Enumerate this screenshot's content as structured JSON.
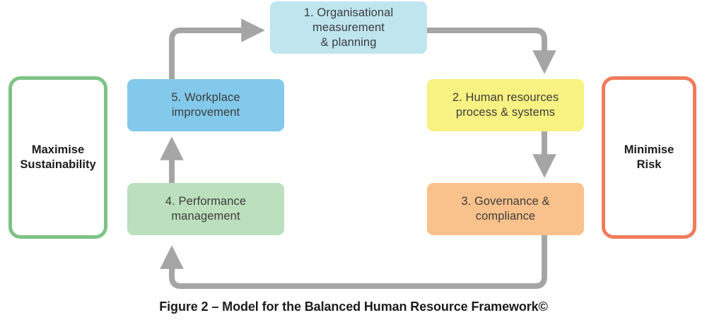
{
  "figure": {
    "caption": "Figure 2 – Model for the Balanced Human Resource Framework©"
  },
  "colors": {
    "node_1_fill": "#BFE5EF",
    "node_2_fill": "#F7F281",
    "node_3_fill": "#F9C18C",
    "node_4_fill": "#BCDFBD",
    "node_5_fill": "#83C9EB",
    "outcome_left_border": "#7DC383",
    "outcome_right_border": "#F07B5C",
    "arrow": "#A5A5A5",
    "node_text": "#3d3d3d",
    "caption_text": "#1c1c1c",
    "background": "#FFFFFF"
  },
  "nodes": [
    {
      "id": "1",
      "label": "1. Organisational\nmeasurement\n& planning"
    },
    {
      "id": "2",
      "label": "2. Human resources\nprocess & systems"
    },
    {
      "id": "3",
      "label": "3. Governance &\ncompliance"
    },
    {
      "id": "4",
      "label": "4. Performance\nmanagement"
    },
    {
      "id": "5",
      "label": "5. Workplace\nimprovement"
    }
  ],
  "outcomes": {
    "left": {
      "label": "Maximise\nSustainability"
    },
    "right": {
      "label": "Minimise\nRisk"
    }
  },
  "connectors": [
    {
      "id": "c1",
      "from": "1",
      "to": "2",
      "direction": "right-then-down"
    },
    {
      "id": "c2",
      "from": "2",
      "to": "3",
      "direction": "down"
    },
    {
      "id": "c3",
      "from": "3",
      "to": "4",
      "direction": "down-left-then-up"
    },
    {
      "id": "c4",
      "from": "4",
      "to": "5",
      "direction": "up"
    },
    {
      "id": "c5",
      "from": "5",
      "to": "1",
      "direction": "up-then-right"
    }
  ]
}
